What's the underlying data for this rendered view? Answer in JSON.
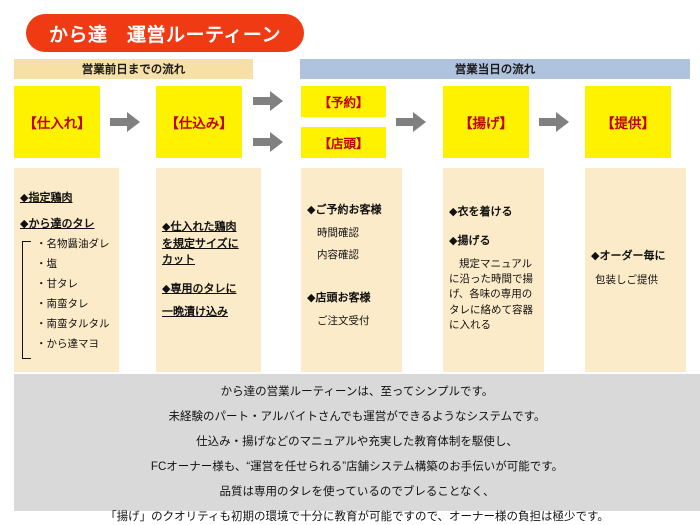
{
  "title": {
    "text": "から達　運営ルーティーン"
  },
  "phases": [
    {
      "id": "prep",
      "label": "営業前日までの流れ",
      "color": "#F7DFA8"
    },
    {
      "id": "day",
      "label": "営業当日の流れ",
      "color": "#AFC2DE"
    }
  ],
  "flow": {
    "boxes": [
      {
        "id": "shiire",
        "label": "【仕入れ】"
      },
      {
        "id": "shikomi",
        "label": "【仕込み】"
      },
      {
        "id": "yoyaku",
        "label": "【予約】"
      },
      {
        "id": "tentou",
        "label": "【店頭】"
      },
      {
        "id": "age",
        "label": "【揚げ】"
      },
      {
        "id": "teikyou",
        "label": "【提供】"
      }
    ],
    "box_color": "#FFF200",
    "box_text_color": "#C00000",
    "arrow_color": "#808080"
  },
  "details": {
    "panel1": {
      "heading1": "◆指定鶏肉",
      "heading2": "◆から達のタレ",
      "sauces": [
        "・名物醤油ダレ",
        "・塩",
        "・甘タレ",
        "・南蛮タレ",
        "・南蛮タルタル",
        "・から達マヨ"
      ]
    },
    "panel2": {
      "line1": "◆仕入れた鶏肉",
      "line2": "を規定サイズに",
      "line3": "カット",
      "line4": "◆専用のタレに",
      "line5": "一晩漬け込み"
    },
    "panel3": {
      "heading1": "◆ご予約お客様",
      "sub1": "時間確認",
      "sub2": "内容確認",
      "heading2": "◆店頭お客様",
      "sub3": "ご注文受付"
    },
    "panel4": {
      "heading1": "◆衣を着ける",
      "heading2": "◆揚げる",
      "paragraph": "規定マニュアルに沿った時間で揚げ、各味の専用のタレに絡めて容器に入れる"
    },
    "panel5": {
      "heading1": "◆オーダー毎に",
      "line2": "包装しご提供"
    }
  },
  "summary": {
    "background": "#D9D9D9",
    "lines": [
      "から達の営業ルーティーンは、至ってシンプルです。",
      "未経験のパート・アルバイトさんでも運営ができるようなシステムです。",
      "仕込み・揚げなどのマニュアルや充実した教育体制を駆使し、",
      "FCオーナー様も、“運営を任せられる”店舗システム構築のお手伝いが可能です。",
      "品質は専用のタレを使っているのでブレることなく、",
      "「揚げ」のクオリティも初期の環境で十分に教育が可能ですので、オーナー様の負担は極少です。"
    ]
  }
}
